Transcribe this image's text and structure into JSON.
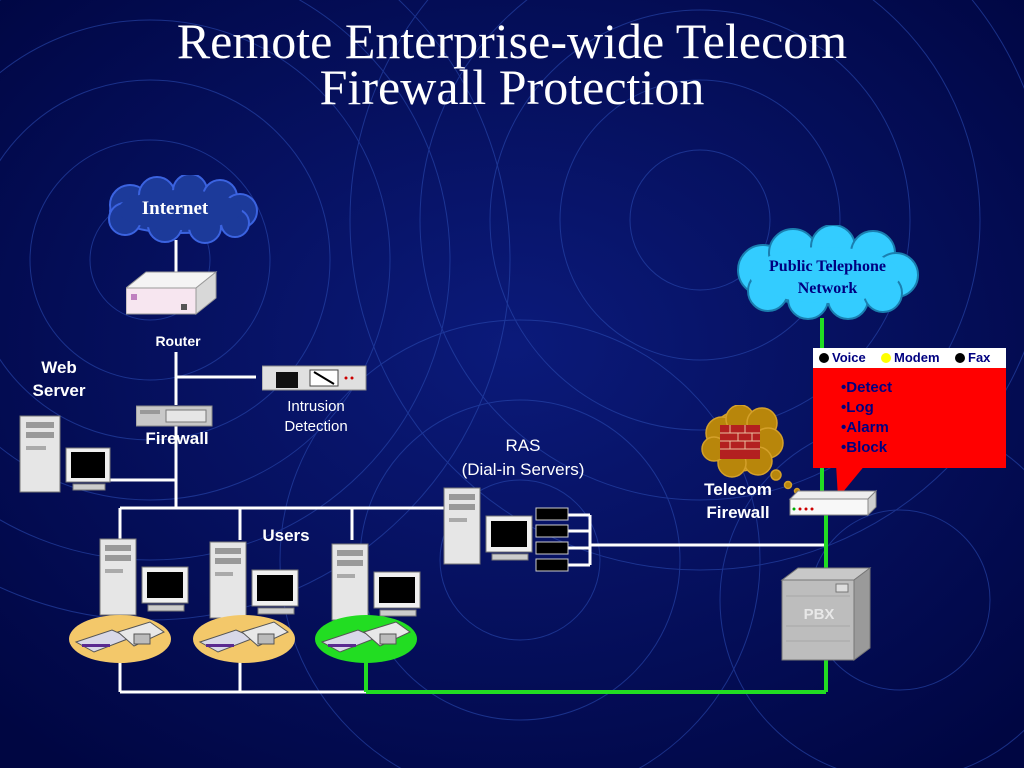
{
  "title": {
    "line1": "Remote Enterprise-wide Telecom",
    "line2": "Firewall Protection"
  },
  "clouds": {
    "internet": "Internet",
    "pstn_line1": "Public Telephone",
    "pstn_line2": "Network"
  },
  "labels": {
    "router": "Router",
    "web_server_line1": "Web",
    "web_server_line2": "Server",
    "firewall": "Firewall",
    "intrusion_line1": "Intrusion",
    "intrusion_line2": "Detection",
    "ras_line1": "RAS",
    "ras_line2": "(Dial-in Servers)",
    "users": "Users",
    "telecom_line1": "Telecom",
    "telecom_line2": "Firewall",
    "pbx": "PBX"
  },
  "legend": {
    "items": [
      {
        "label": "Voice",
        "color": "#000000"
      },
      {
        "label": "Modem",
        "color": "#ffff00"
      },
      {
        "label": "Fax",
        "color": "#000000"
      }
    ],
    "actions": [
      "Detect",
      "Log",
      "Alarm",
      "Block"
    ]
  },
  "colors": {
    "background": "#000a4e",
    "data_link": "#ffffff",
    "telecom_link": "#22dd22",
    "callout": "#ff0000",
    "cloud": "#1c3a9a",
    "cloud_light": "#33ccff"
  }
}
